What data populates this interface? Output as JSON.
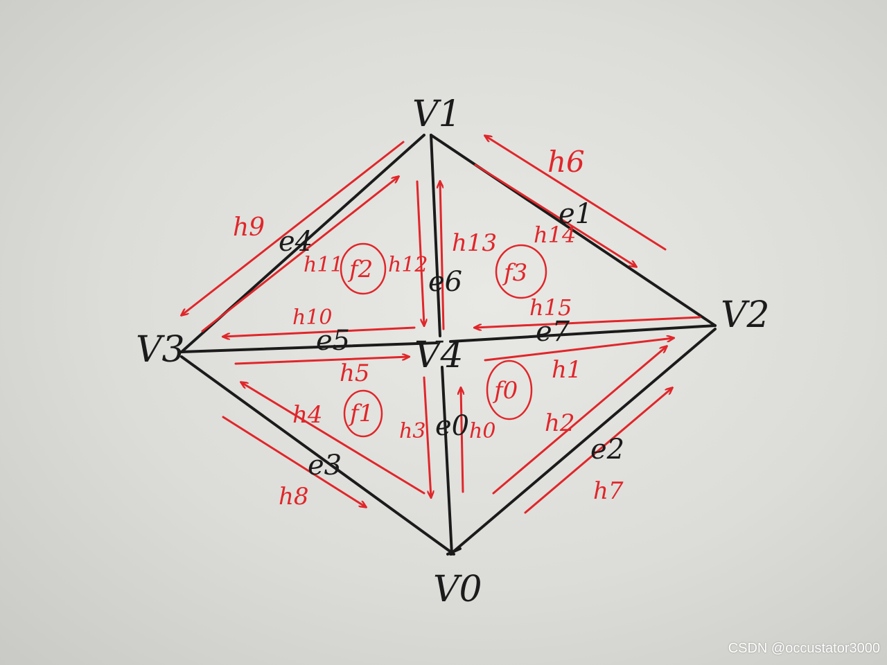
{
  "vertices": {
    "v0": "V0",
    "v1": "V1",
    "v2": "V2",
    "v3": "V3",
    "v4": "V4"
  },
  "edges": {
    "e0": "e0",
    "e1": "e1",
    "e2": "e2",
    "e3": "e3",
    "e4": "e4",
    "e5": "e5",
    "e6": "e6",
    "e7": "e7"
  },
  "faces": {
    "f0": "f0",
    "f1": "f1",
    "f2": "f2",
    "f3": "f3"
  },
  "halfedges": {
    "h0": "h0",
    "h1": "h1",
    "h2": "h2",
    "h3": "h3",
    "h4": "h4",
    "h5": "h5",
    "h6": "h6",
    "h7": "h7",
    "h8": "h8",
    "h9": "h9",
    "h10": "h10",
    "h11": "h11",
    "h12": "h12",
    "h13": "h13",
    "h14": "h14",
    "h15": "h15"
  },
  "colors": {
    "mesh": "#1b1b1b",
    "halfedge": "#e0262a",
    "paper": "#dcdcd8"
  },
  "watermark": "CSDN @occustator3000"
}
